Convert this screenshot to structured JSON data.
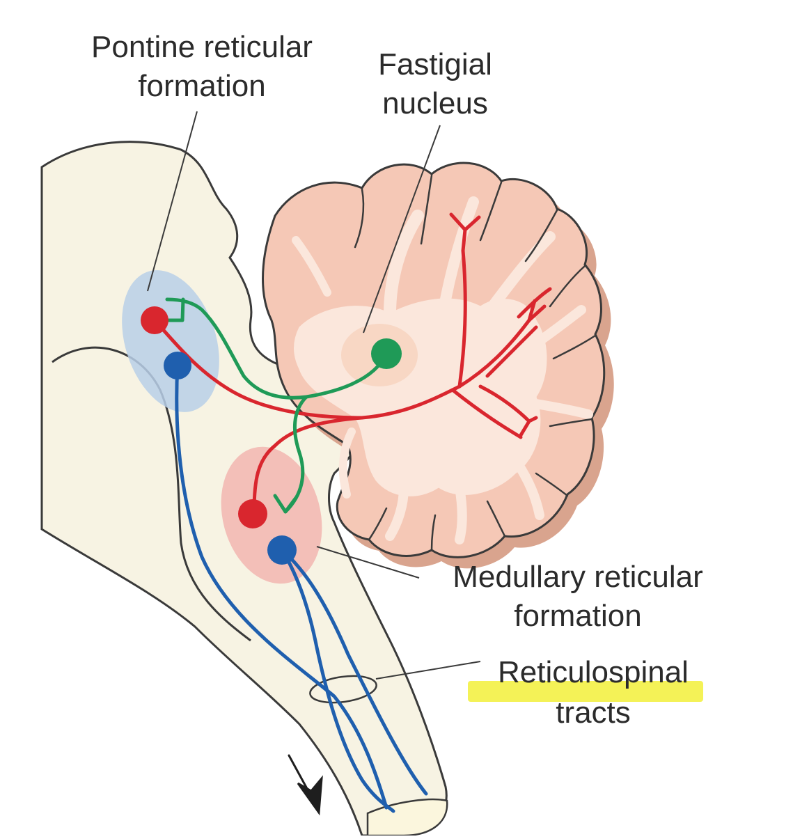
{
  "labels": {
    "pontine": {
      "line1": "Pontine reticular",
      "line2": "formation"
    },
    "fastigial": {
      "line1": "Fastigial",
      "line2": "nucleus"
    },
    "medullary": {
      "line1": "Medullary reticular",
      "line2": "formation"
    },
    "reticulospinal": {
      "line1": "Reticulospinal",
      "line2": "tracts"
    }
  },
  "colors": {
    "brainstem_fill": "#f7f3e3",
    "outline": "#3a3a3a",
    "cerebellum_fill": "#f5c8b6",
    "cerebellum_white_matter": "#fbe7dc",
    "cerebellum_shadow": "#d9a48e",
    "pontine_region": "#b9cfe8",
    "medullary_region": "#f2b5b0",
    "red_pathway": "#d9262e",
    "green_pathway": "#1f9a57",
    "blue_pathway": "#1f5fae",
    "highlight": "#f2f03a"
  }
}
